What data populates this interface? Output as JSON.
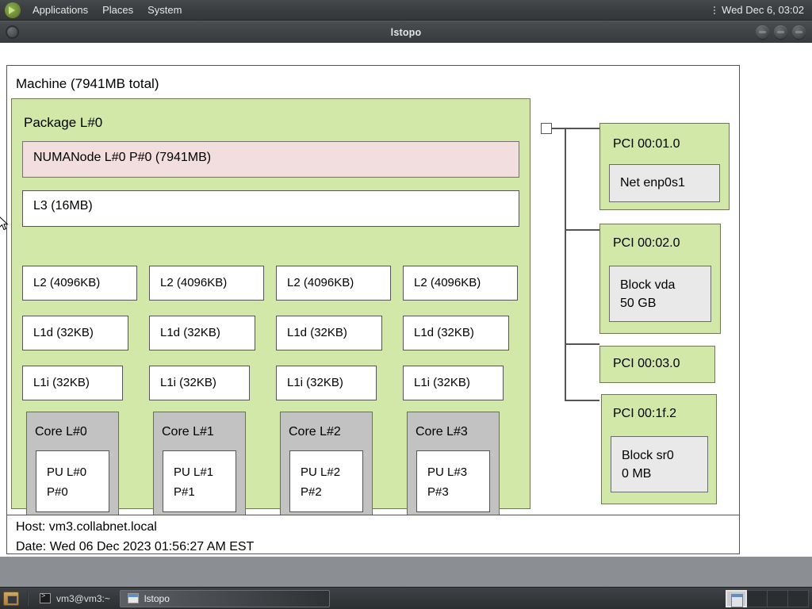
{
  "panel": {
    "logo_icon": "gnome-foot-icon",
    "menus": [
      "Applications",
      "Places",
      "System"
    ],
    "clock": "Wed Dec  6, 03:02"
  },
  "window": {
    "title": "lstopo",
    "menu_icon": "window-menu-icon",
    "buttons": [
      "minimize",
      "maximize",
      "close"
    ]
  },
  "topology": {
    "machine_label": "Machine (7941MB total)",
    "package_label": "Package L#0",
    "numanode_label": "NUMANode L#0 P#0 (7941MB)",
    "l3_label": "L3 (16MB)",
    "l2": [
      "L2 (4096KB)",
      "L2 (4096KB)",
      "L2 (4096KB)",
      "L2 (4096KB)"
    ],
    "l1d": [
      "L1d (32KB)",
      "L1d (32KB)",
      "L1d (32KB)",
      "L1d (32KB)"
    ],
    "l1i": [
      "L1i (32KB)",
      "L1i (32KB)",
      "L1i (32KB)",
      "L1i (32KB)"
    ],
    "cores": [
      {
        "label": "Core L#0",
        "pu_line1": "PU L#0",
        "pu_line2": "P#0"
      },
      {
        "label": "Core L#1",
        "pu_line1": "PU L#1",
        "pu_line2": "P#1"
      },
      {
        "label": "Core L#2",
        "pu_line1": "PU L#2",
        "pu_line2": "P#2"
      },
      {
        "label": "Core L#3",
        "pu_line1": "PU L#3",
        "pu_line2": "P#3"
      }
    ],
    "io": [
      {
        "label": "PCI 00:01.0",
        "dev_line1": "Net enp0s1",
        "dev_line2": ""
      },
      {
        "label": "PCI 00:02.0",
        "dev_line1": "Block vda",
        "dev_line2": "50 GB"
      },
      {
        "label": "PCI 00:03.0",
        "dev_line1": "",
        "dev_line2": ""
      },
      {
        "label": "PCI 00:1f.2",
        "dev_line1": "Block sr0",
        "dev_line2": "0 MB"
      }
    ],
    "footer_host": "Host: vm3.collabnet.local",
    "footer_date": "Date: Wed 06 Dec 2023 01:56:27 AM EST"
  },
  "taskbar": {
    "show_desktop_icon": "show-desktop-icon",
    "tasks": [
      {
        "label": "vm3@vm3:~",
        "icon": "terminal-icon",
        "active": false
      },
      {
        "label": "lstopo",
        "icon": "window-icon",
        "active": true
      }
    ],
    "workspace_count": 4,
    "active_workspace": 1
  },
  "colors": {
    "package_green": "#d2e8a8",
    "numa_pink": "#f2dede",
    "core_gray": "#c2c2c2",
    "device_gray": "#e9e9e9",
    "panel_dark": "#3b3e40"
  }
}
